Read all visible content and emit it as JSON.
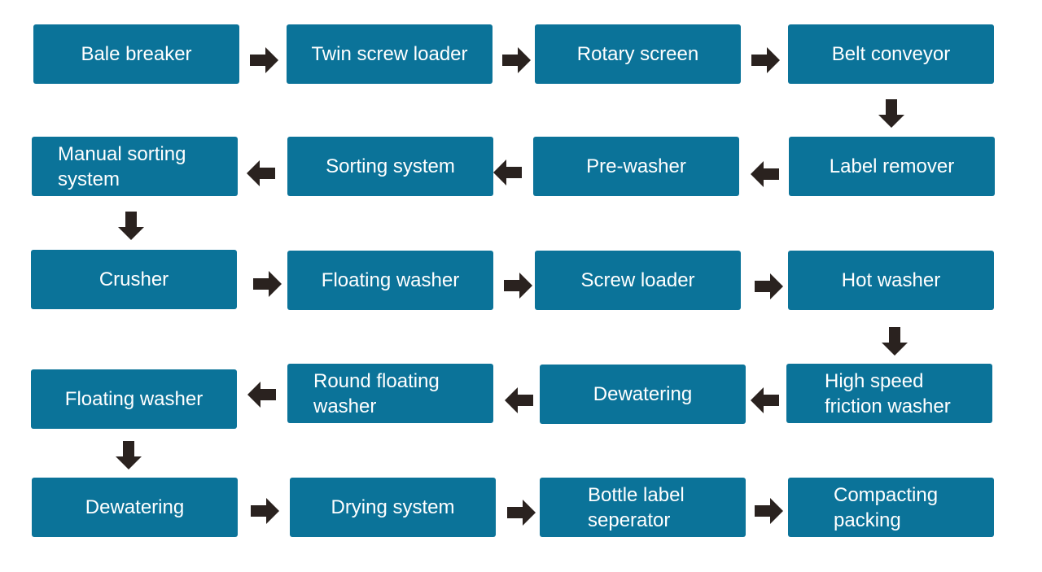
{
  "colors": {
    "box": "#0b7399",
    "arrow": "#2a221f",
    "text": "#ffffff"
  },
  "steps": [
    "Bale breaker",
    "Twin screw loader",
    "Rotary screen",
    "Belt conveyor",
    "Label remover",
    "Pre-washer",
    "Sorting system",
    "Manual sorting\nsystem",
    "Crusher",
    "Floating washer",
    "Screw loader",
    "Hot washer",
    "High speed\nfriction washer",
    "Dewatering",
    "Round floating\nwasher",
    "Floating washer",
    "Dewatering",
    "Drying system",
    "Bottle label\nseperator",
    "Compacting\npacking"
  ]
}
